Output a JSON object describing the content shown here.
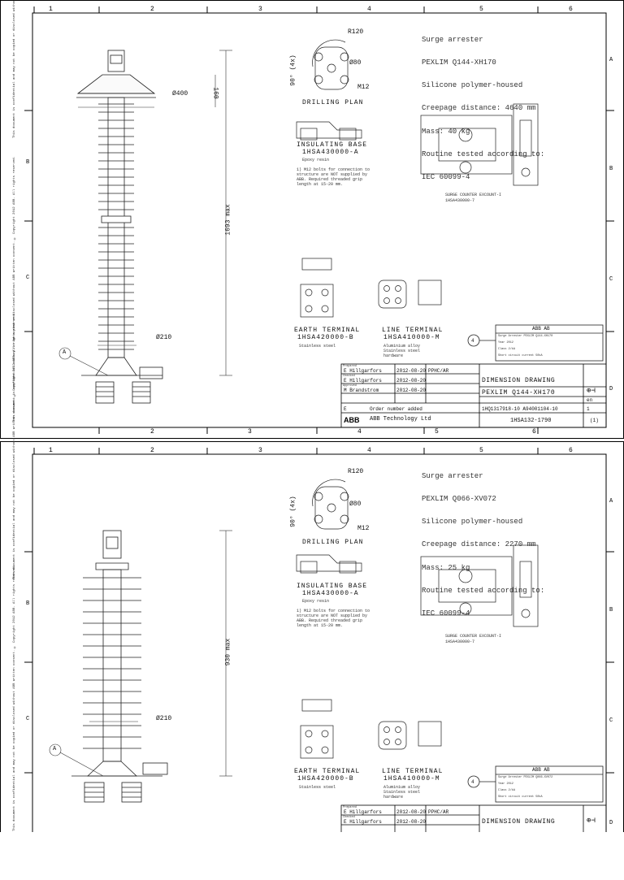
{
  "columns": [
    "1",
    "2",
    "3",
    "4",
    "5",
    "6"
  ],
  "rows": [
    "A",
    "B",
    "C",
    "D"
  ],
  "confidential_notice": "This document is confidential and may not be copied or disclosed without ABB written consent. © Copyright 2012 ABB. All rights reserved.",
  "sheets": [
    {
      "spec": [
        "Surge arrester",
        "PEXLIM Q144-XH170",
        "Silicone polymer-housed",
        "Creepage distance: 4640 mm",
        "Mass: 40 kg",
        "Routine tested according to:",
        "IEC 60099-4"
      ],
      "dims": {
        "flange_dia": "Ø400",
        "flange_height": "160",
        "total_height": "1693 max",
        "base_dia": "Ø210"
      },
      "drilling": {
        "r": "R120",
        "d": "Ø80",
        "bolt": "M12",
        "angle": "90° (4x)",
        "label": "DRILLING PLAN"
      },
      "insulating_base": {
        "title": "INSULATING BASE",
        "code": "1HSA430000-A",
        "material": "Epoxy resin",
        "note": "1) M12 bolts for connection to structure are NOT supplied by ABB. Required threaded grip length at 15-20 mm."
      },
      "counter": {
        "title": "SURGE COUNTER EXCOUNT-I",
        "code": "1HSA430000-7"
      },
      "earth": {
        "title": "EARTH TERMINAL",
        "code": "1HSA420000-B",
        "material": "Stainless steel"
      },
      "line": {
        "title": "LINE TERMINAL",
        "code": "1HSA410000-M",
        "material": "Aluminium alloy Stainless steel hardware"
      },
      "nameplate": {
        "brand": "ABB AB",
        "row1": "Surge Arrester PEXLIM Q144-XH170",
        "row2": "Year 2012",
        "row3": "Class 2/kA",
        "row4": "Short circuit current 50kA"
      },
      "tb": {
        "prepared_label": "Prepared",
        "prepared_by": "E Hillgarfors",
        "prepared_date": "2012-08-20",
        "checked_label": "Checked",
        "checked_by": "E Hillgarfors",
        "checked_date": "2012-08-20",
        "approved_label": "Approved",
        "approved_by": "M Brandstrom",
        "approved_date": "2012-08-20",
        "rev": "E",
        "rev_text": "Order number added",
        "doc_kind": "PPHC/AR",
        "title1": "DIMENSION DRAWING",
        "title2": "PEXLIM Q144-XH170",
        "ref": "1HQ1317918-10    A94001104-10",
        "docno": "1HSA132-1790",
        "sheet": "(1)",
        "company": "ABB Technology Ltd",
        "lang": "en",
        "page": "1"
      }
    },
    {
      "spec": [
        "Surge arrester",
        "PEXLIM Q066-XV072",
        "Silicone polymer-housed",
        "Creepage distance: 2270 mm",
        "Mass: 25 kg",
        "Routine tested according to:",
        "IEC 60099-4"
      ],
      "dims": {
        "total_height": "930 max",
        "base_dia": "Ø210"
      },
      "drilling": {
        "r": "R120",
        "d": "Ø80",
        "bolt": "M12",
        "angle": "90° (4x)",
        "label": "DRILLING PLAN"
      },
      "insulating_base": {
        "title": "INSULATING BASE",
        "code": "1HSA430000-A",
        "material": "Epoxy resin",
        "note": "1) M12 bolts for connection to structure are NOT supplied by ABB. Required threaded grip length at 15-20 mm."
      },
      "counter": {
        "title": "SURGE COUNTER EXCOUNT-I",
        "code": "1HSA430000-7"
      },
      "earth": {
        "title": "EARTH TERMINAL",
        "code": "1HSA420000-B",
        "material": "Stainless steel"
      },
      "line": {
        "title": "LINE TERMINAL",
        "code": "1HSA410000-M",
        "material": "Aluminium alloy Stainless steel hardware"
      },
      "nameplate": {
        "brand": "ABB AB",
        "row1": "Surge Arrester PEXLIM Q066-XV072",
        "row2": "Year 2012",
        "row3": "Class 2/kA",
        "row4": "Short circuit current 50kA"
      },
      "tb": {
        "prepared_label": "Prepared",
        "prepared_by": "E Hillgarfors",
        "prepared_date": "2012-08-20",
        "checked_label": "Checked",
        "checked_by": "E Hillgarfors",
        "checked_date": "2012-08-20",
        "doc_kind": "PPHC/AR",
        "title1": "DIMENSION DRAWING"
      }
    }
  ]
}
